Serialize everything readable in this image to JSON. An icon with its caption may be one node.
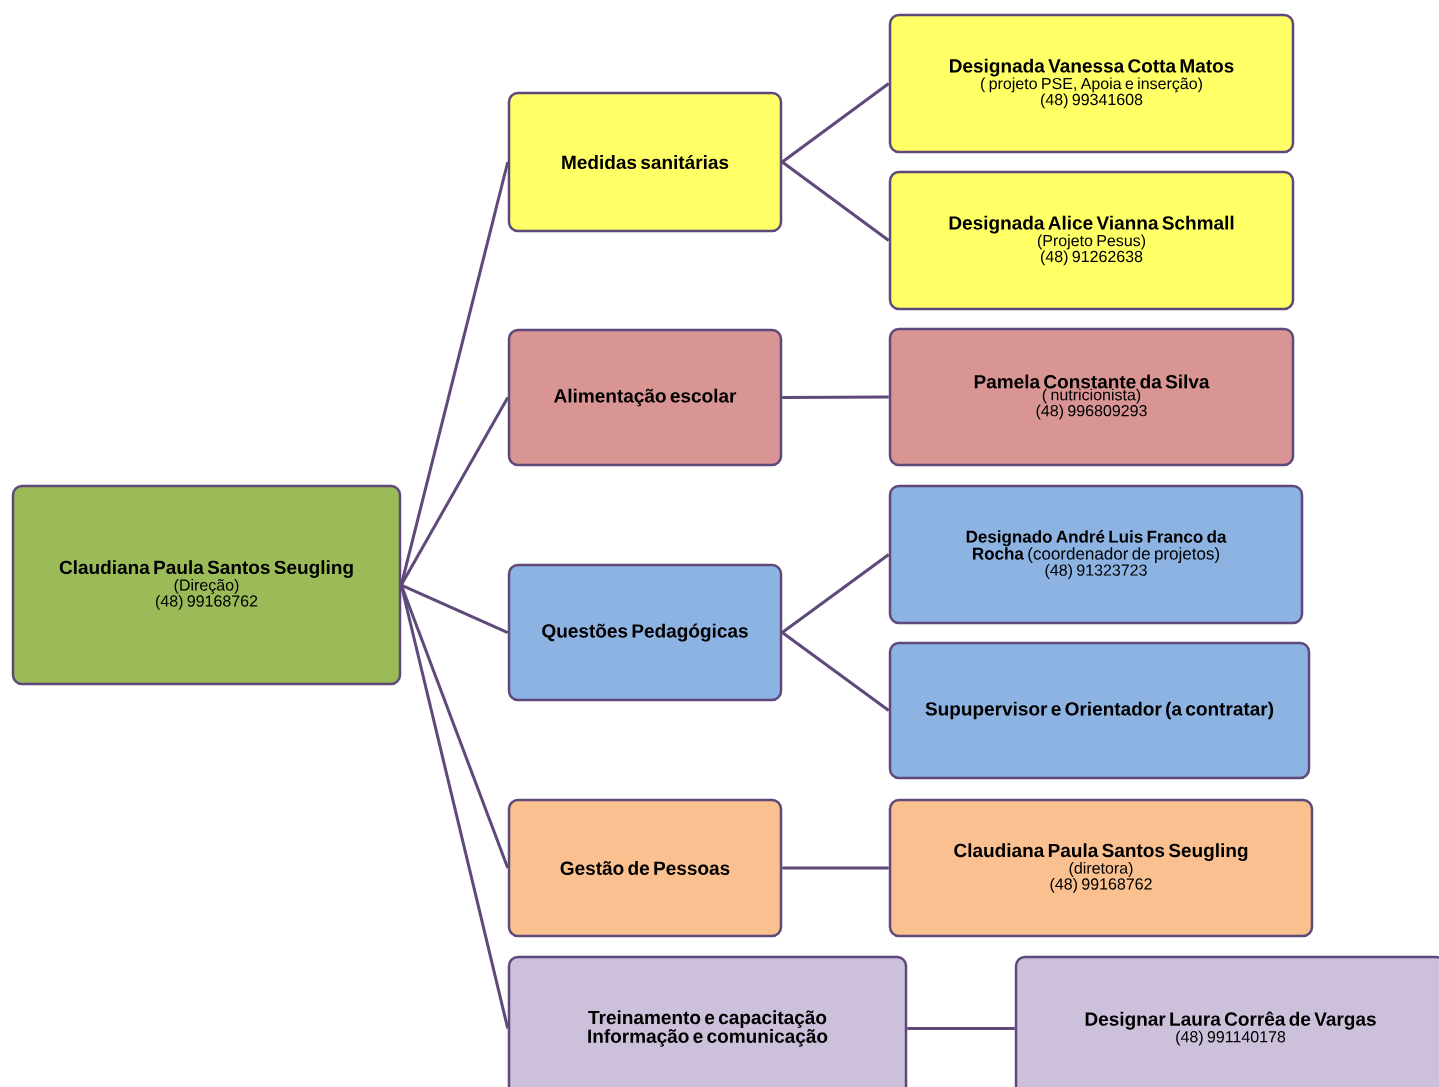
{
  "diagram": {
    "nodes": [
      {
        "text": [
          "Claudiana Paula Santos Seugling",
          "(Direção)",
          "(48) 99168762"
        ]
      },
      {
        "text": [
          "Medidas sanitárias"
        ]
      },
      {
        "text": [
          "Designada Vanessa Cotta Matos",
          "( projeto PSE, Apoia e inserção)",
          "(48) 99341608"
        ]
      },
      {
        "text": [
          "Designada Alice Vianna Schmall",
          "(Projeto Pesus)",
          "(48) 91262638"
        ]
      },
      {
        "text": [
          "Alimentação escolar"
        ]
      },
      {
        "text": [
          "Pamela Constante da Silva",
          "( nutricionista)",
          "(48) 996809293"
        ]
      },
      {
        "text": [
          "Questões Pedagógicas"
        ]
      },
      {
        "text": [
          "**Designado André Luis Franco da Rocha** (coordenador de projetos)",
          "(48) 91323723"
        ]
      },
      {
        "text": [
          "Supupervisor e Orientador (a contratar)"
        ]
      },
      {
        "text": [
          "Gestão de Pessoas"
        ]
      },
      {
        "text": [
          "Claudiana Paula Santos Seugling",
          "(diretora)",
          "(48) 99168762"
        ]
      },
      {
        "text": [
          "Treinamento e capacitação Informação e comunicação"
        ]
      },
      {
        "text": [
          "Designar Laura Corrêa de Vargas",
          "(48) 991140178"
        ]
      }
    ],
    "edges": [
      {
        "from": 0,
        "to": 1,
        "arrow": "none"
      },
      {
        "from": 0,
        "to": 4,
        "arrow": "none"
      },
      {
        "from": 0,
        "to": 6,
        "arrow": "none"
      },
      {
        "from": 0,
        "to": 9,
        "arrow": "none"
      },
      {
        "from": 0,
        "to": 11,
        "arrow": "none"
      },
      {
        "from": 1,
        "to": 2,
        "arrow": "none"
      },
      {
        "from": 1,
        "to": 3,
        "arrow": "none"
      },
      {
        "from": 4,
        "to": 5,
        "arrow": "none"
      },
      {
        "from": 6,
        "to": 7,
        "arrow": "none"
      },
      {
        "from": 6,
        "to": 8,
        "arrow": "none"
      },
      {
        "from": 9,
        "to": 10,
        "arrow": "none"
      },
      {
        "from": 11,
        "to": 12,
        "arrow": "none"
      }
    ]
  }
}
